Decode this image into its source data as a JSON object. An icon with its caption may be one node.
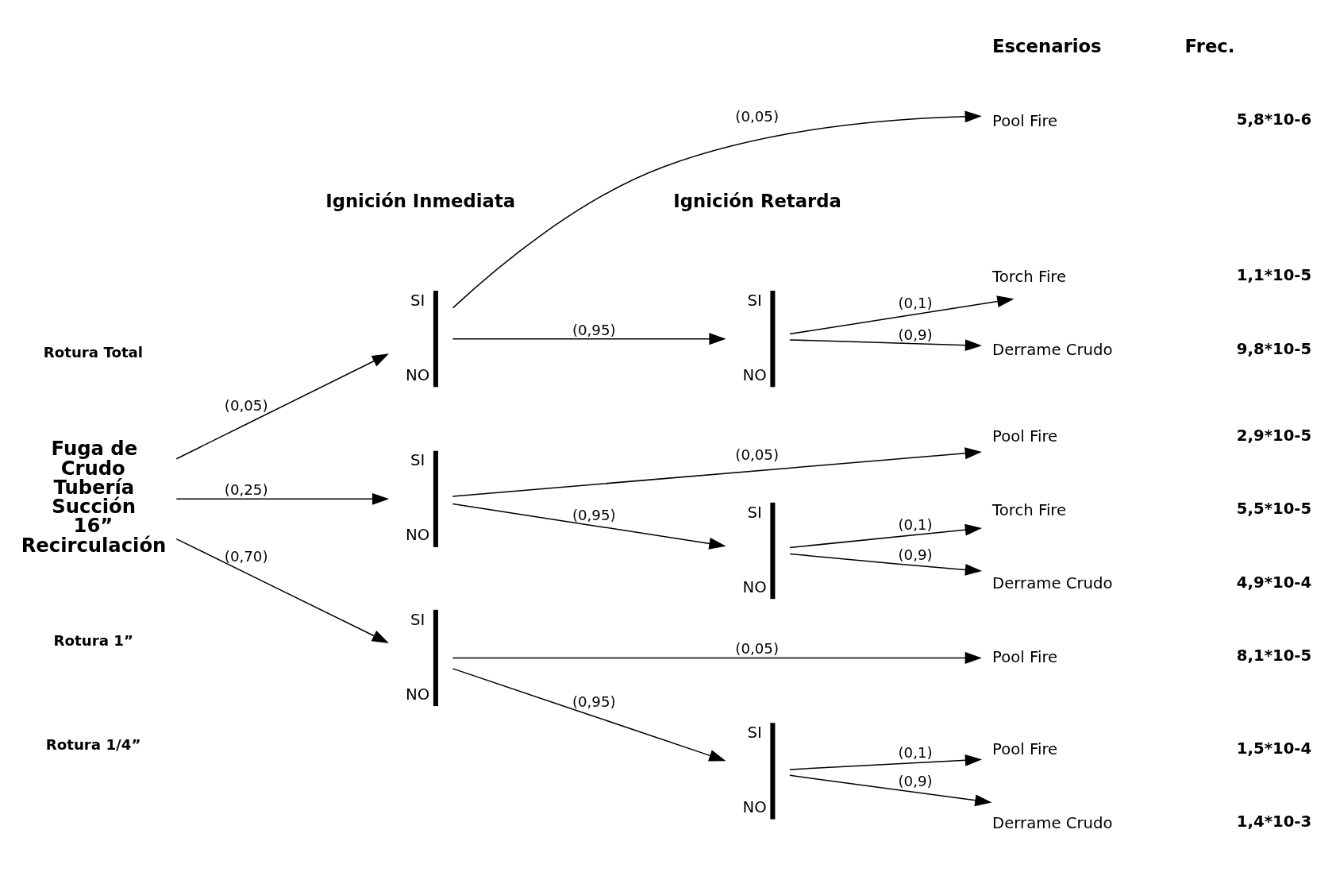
{
  "diagram": {
    "nodes": [
      {
        "text": [
          "Fuga de Crudo Tubería Succión 16” Recirculación"
        ]
      },
      {
        "text": [],
        "shape": "bar",
        "beside": [
          "SI",
          "NO"
        ]
      },
      {
        "text": [],
        "shape": "bar",
        "beside": [
          "SI",
          "NO"
        ]
      },
      {
        "text": [
          "Pool Fire"
        ],
        "beside": [
          "5,8*10-6"
        ]
      },
      {
        "text": [
          "Torch Fire"
        ],
        "beside": [
          "1,1*10-5"
        ]
      },
      {
        "text": [
          "Derrame Crudo"
        ],
        "beside": [
          "9,8*10-5"
        ]
      },
      {
        "text": [],
        "shape": "bar",
        "beside": [
          "SI",
          "NO"
        ]
      },
      {
        "text": [],
        "shape": "bar",
        "beside": [
          "SI",
          "NO"
        ]
      },
      {
        "text": [
          "Pool Fire"
        ],
        "beside": [
          "2,9*10-5"
        ]
      },
      {
        "text": [
          "Torch Fire"
        ],
        "beside": [
          "5,5*10-5"
        ]
      },
      {
        "text": [
          "Derrame Crudo"
        ],
        "beside": [
          "4,9*10-4"
        ]
      },
      {
        "text": [],
        "shape": "bar",
        "beside": [
          "SI",
          "NO"
        ]
      },
      {
        "text": [],
        "shape": "bar",
        "beside": [
          "SI",
          "NO"
        ]
      },
      {
        "text": [
          "Pool Fire"
        ],
        "beside": [
          "8,1*10-5"
        ]
      },
      {
        "text": [
          "Pool Fire"
        ],
        "beside": [
          "1,5*10-4"
        ]
      },
      {
        "text": [
          "Derrame Crudo"
        ],
        "beside": [
          "1,4*10-3"
        ]
      }
    ],
    "edges": [
      {
        "from": 0,
        "to": 1,
        "arrow": "to",
        "label": "(0,05)"
      },
      {
        "from": 1,
        "to": 3,
        "arrow": "to",
        "label": "(0,05)"
      },
      {
        "from": 1,
        "to": 2,
        "arrow": "to",
        "label": "(0,95)"
      },
      {
        "from": 2,
        "to": 4,
        "arrow": "to",
        "label": "(0,1)"
      },
      {
        "from": 2,
        "to": 5,
        "arrow": "to",
        "label": "(0,9)"
      },
      {
        "from": 0,
        "to": 6,
        "arrow": "to",
        "label": "(0,25)"
      },
      {
        "from": 6,
        "to": 8,
        "arrow": "to",
        "label": "(0,05)"
      },
      {
        "from": 6,
        "to": 7,
        "arrow": "to",
        "label": "(0,95)"
      },
      {
        "from": 7,
        "to": 9,
        "arrow": "to",
        "label": "(0,1)"
      },
      {
        "from": 7,
        "to": 10,
        "arrow": "to",
        "label": "(0,9)"
      },
      {
        "from": 0,
        "to": 11,
        "arrow": "to",
        "label": "(0,70)"
      },
      {
        "from": 11,
        "to": 13,
        "arrow": "to",
        "label": "(0,05)"
      },
      {
        "from": 11,
        "to": 12,
        "arrow": "to",
        "label": "(0,95)"
      },
      {
        "from": 12,
        "to": 14,
        "arrow": "to",
        "label": "(0,1)"
      },
      {
        "from": 12,
        "to": 15,
        "arrow": "to",
        "label": "(0,9)"
      }
    ],
    "labels": [
      "Ignición Inmediata",
      "Ignición Retarda",
      "Escenarios",
      "Frec.",
      "Rotura Total",
      "Rotura 1”",
      "Rotura 1/4”"
    ]
  }
}
